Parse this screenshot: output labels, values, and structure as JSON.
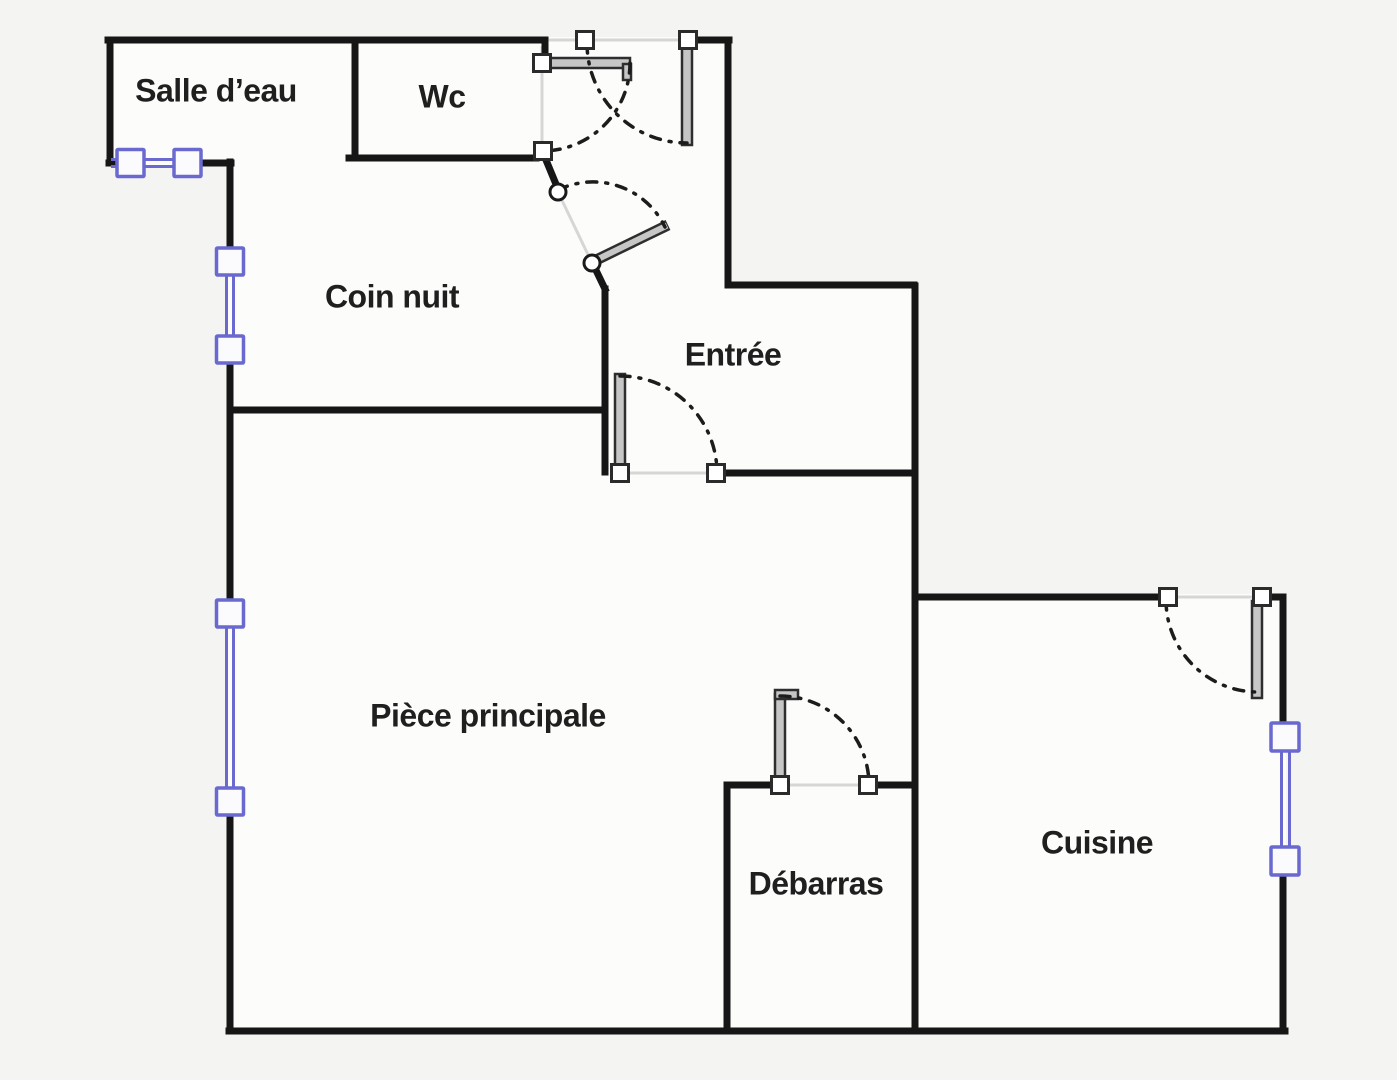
{
  "plan": {
    "title": "apartment-floor-plan",
    "colors": {
      "background": "#f4f4f2",
      "floor_fill": "#fcfcfb",
      "wall": "#161616",
      "opening_line": "#d6d6d6",
      "door_leaf_fill": "#c6c6c6",
      "door_leaf_border": "#2e2e2e",
      "swing_arc": "#1c1c1c",
      "window_frame": "#6969cf",
      "window_square_fill": "#fbfbfe",
      "label_text": "#1f1f1f"
    }
  },
  "rooms": [
    {
      "id": "salle-deau",
      "label": "Salle d’eau"
    },
    {
      "id": "wc",
      "label": "Wc"
    },
    {
      "id": "coin-nuit",
      "label": "Coin nuit"
    },
    {
      "id": "entree",
      "label": "Entrée"
    },
    {
      "id": "piece-principale",
      "label": "Pièce principale"
    },
    {
      "id": "debarras",
      "label": "Débarras"
    },
    {
      "id": "cuisine",
      "label": "Cuisine"
    }
  ],
  "symbols": {
    "doors": [
      "front-door-top",
      "wc-door",
      "coin-nuit-door",
      "entree-to-piece-principale-door",
      "debarras-door",
      "cuisine-door"
    ],
    "windows": [
      "salle-deau-window",
      "left-wall-upper-window",
      "left-wall-lower-window",
      "cuisine-right-window"
    ]
  }
}
